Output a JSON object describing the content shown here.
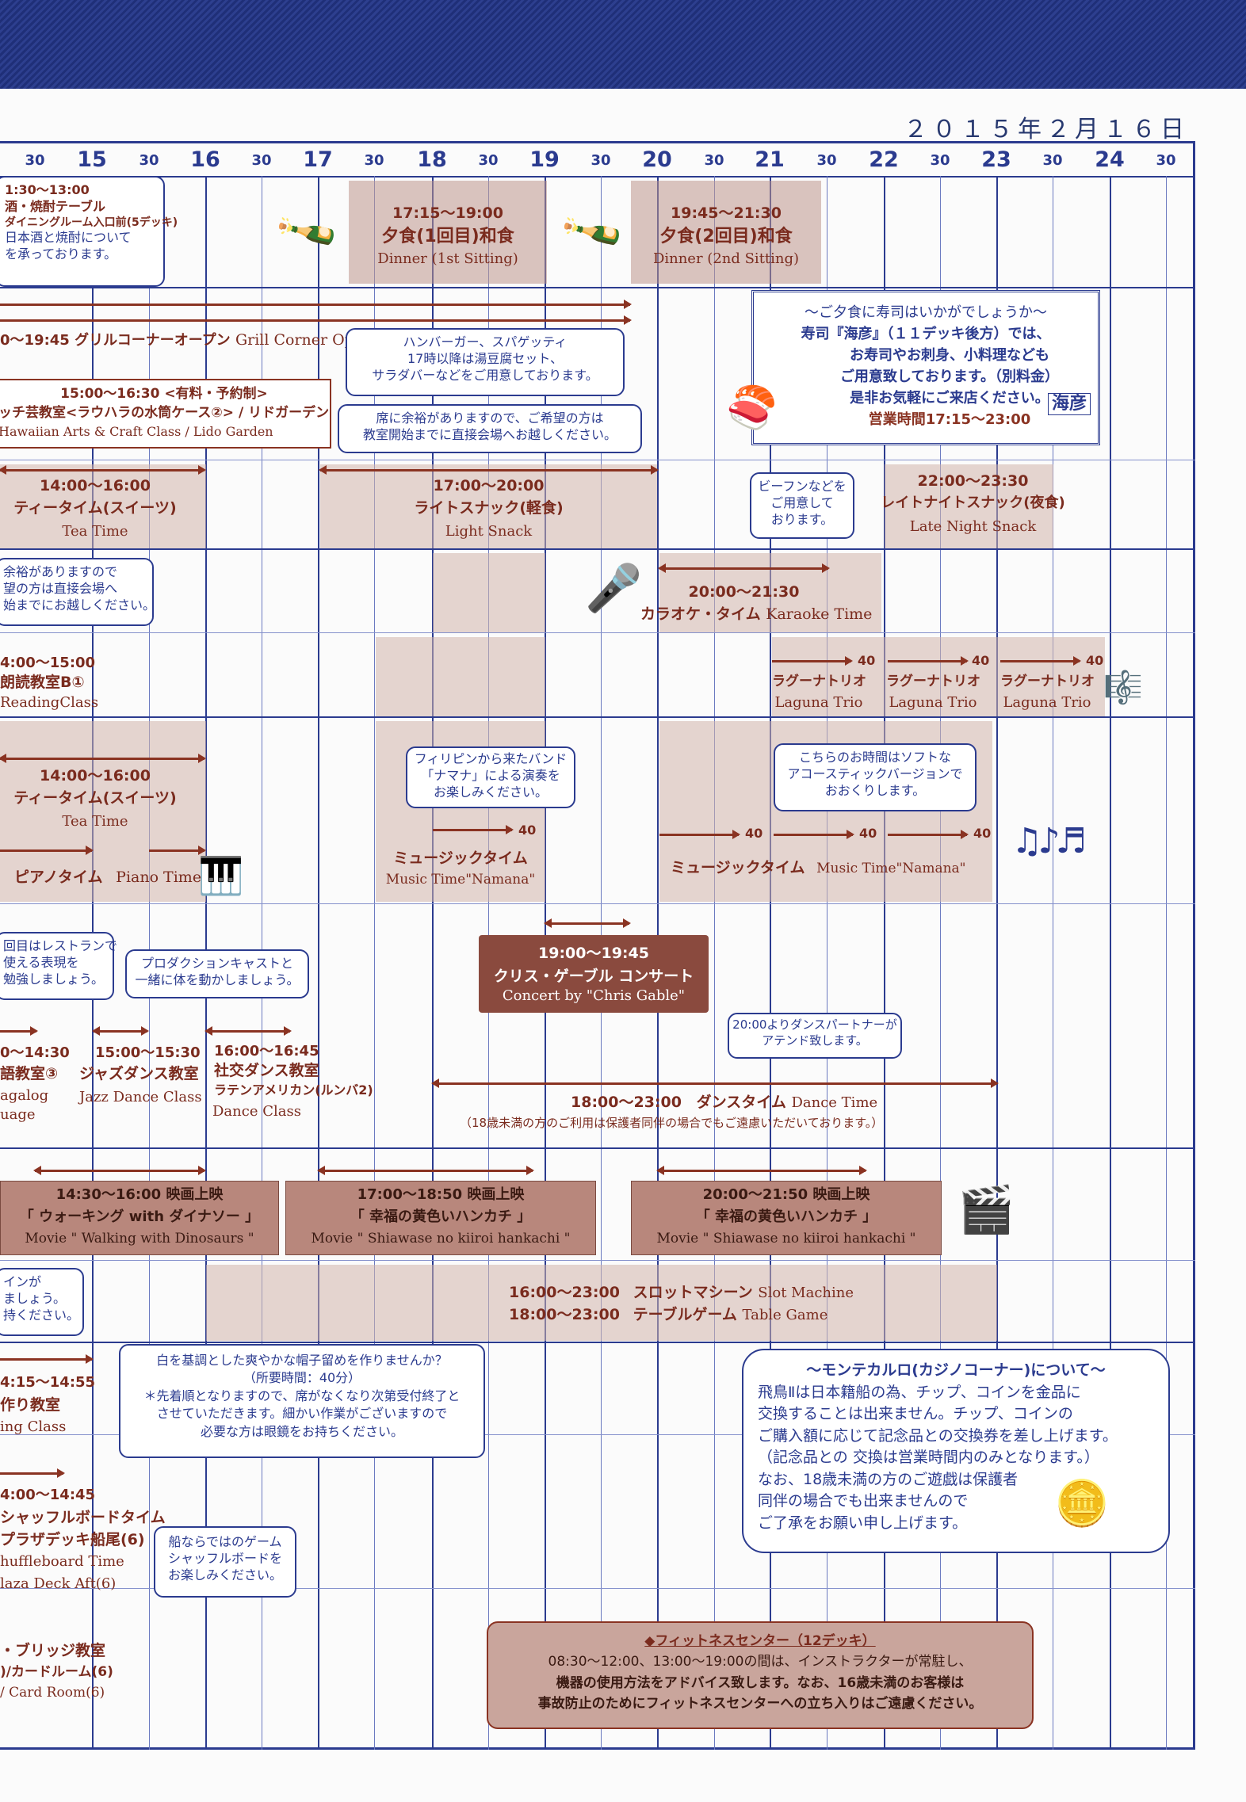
{
  "header": {
    "date": "２０１５年２月１６日"
  },
  "timeline": {
    "hour_ticks": [
      {
        "label": "30"
      },
      {
        "label": "15"
      },
      {
        "label": "30"
      },
      {
        "label": "16"
      },
      {
        "label": "30"
      },
      {
        "label": "17"
      },
      {
        "label": "30"
      },
      {
        "label": "18"
      },
      {
        "label": "30"
      },
      {
        "label": "19"
      },
      {
        "label": "30"
      },
      {
        "label": "20"
      },
      {
        "label": "30"
      },
      {
        "label": "21"
      },
      {
        "label": "30"
      },
      {
        "label": "22"
      },
      {
        "label": "30"
      },
      {
        "label": "23"
      },
      {
        "label": "30"
      },
      {
        "label": "24"
      },
      {
        "label": "30"
      }
    ]
  },
  "row1": {
    "sake_bubble": [
      "1:30〜13:00",
      "酒・焼酎テーブル",
      "ダイニングルーム入口前(5デッキ)",
      "日本酒と焼酎について",
      "を承っております。"
    ],
    "dinner1": {
      "time": "17:15〜19:00",
      "ja": "夕食(1回目)和食",
      "en": "Dinner (1st Sitting)"
    },
    "dinner2": {
      "time": "19:45〜21:30",
      "ja": "夕食(2回目)和食",
      "en": "Dinner (2nd Sitting)"
    }
  },
  "row2": {
    "grill": {
      "ja": "0〜19:45 グリルコーナーオープン",
      "en": "Grill Corner Open"
    },
    "grill_bubble": [
      "ハンバーガー、スパゲッティ",
      "17時以降は湯豆腐セット、",
      "サラダバーなどをご用意しております。"
    ],
    "craft_box": [
      "15:00〜16:30 <有料・予約制>",
      "ッチ芸教室<ラウハラの水筒ケース②> / リドガーデン",
      "Hawaiian Arts & Craft Class / Lido Garden"
    ],
    "craft_bubble": [
      "席に余裕がありますので、ご希望の方は",
      "教室開始までに直接会場へお越しください。"
    ],
    "sushi": [
      "〜ご夕食に寿司はいかがでしょうか〜",
      "寿司『海彦』（１１デッキ後方）では、",
      "お寿司やお刺身、小料理なども",
      "ご用意致しております。（別料金）",
      "是非お気軽にご来店ください。"
    ],
    "sushi_hours": "営業時間17:15〜23:00",
    "sushi_logo": "海彦"
  },
  "row3": {
    "tea1": {
      "time": "14:00〜16:00",
      "ja": "ティータイム(スイーツ)",
      "en": "Tea Time"
    },
    "snack": {
      "time": "17:00〜20:00",
      "ja": "ライトスナック(軽食)",
      "en": "Light Snack"
    },
    "bifun_bubble": [
      "ビーフンなどを",
      "ご用意して",
      "おります。"
    ],
    "latenight": {
      "time": "22:00〜23:30",
      "ja": "レイトナイトスナック(夜食)",
      "en": "Late Night Snack"
    }
  },
  "row4": {
    "seat_bubble": [
      "余裕がありますので",
      "望の方は直接会場へ",
      "始までにお越しください。"
    ],
    "karaoke": {
      "time": "20:00〜21:30",
      "ja": "カラオケ・タイム",
      "en": "Karaoke Time"
    }
  },
  "row5": {
    "reading": [
      "4:00〜15:00",
      "朗読教室B①",
      "ReadingClass"
    ],
    "laguna": [
      {
        "ja": "ラグーナトリオ",
        "en": "Laguna Trio",
        "min": "40"
      },
      {
        "ja": "ラグーナトリオ",
        "en": "Laguna Trio",
        "min": "40"
      },
      {
        "ja": "ラグーナトリオ",
        "en": "Laguna Trio",
        "min": "40"
      }
    ]
  },
  "row6": {
    "tea2": {
      "time": "14:00〜16:00",
      "ja": "ティータイム(スイーツ)",
      "en": "Tea Time"
    },
    "piano": {
      "ja": "ピアノタイム",
      "en": "Piano Time"
    },
    "namana_bubble": [
      "フィリピンから来たバンド",
      "「ナマナ」による演奏を",
      "お楽しみください。"
    ],
    "music1": {
      "ja": "ミュージックタイム",
      "en": "Music Time\"Namana\"",
      "min": "40"
    },
    "acoustic_bubble": [
      "こちらのお時間はソフトな",
      "アコースティックバージョンで",
      "おおくりします。"
    ],
    "music2": {
      "ja": "ミュージックタイム",
      "en": "Music Time\"Namana\"",
      "min": [
        "40",
        "40",
        "40"
      ]
    }
  },
  "row7": {
    "restaurant_bubble": [
      "回目はレストランで",
      "使える表現を",
      "勉強しましょう。"
    ],
    "production_bubble": [
      "プロダクションキャストと",
      "一緒に体を動かしましょう。"
    ],
    "concert": {
      "time": "19:00〜19:45",
      "ja": "クリス・ゲーブル コンサート",
      "en": "Concert by \"Chris Gable\""
    },
    "partner_bubble": [
      "20:00よりダンスパートナーが",
      "アテンド致します。"
    ],
    "lang": [
      "0〜14:30",
      "語教室③",
      "agalog",
      "uage"
    ],
    "jazz": [
      "15:00〜15:30",
      "ジャズダンス教室",
      "Jazz Dance Class"
    ],
    "social": [
      "16:00〜16:45",
      "社交ダンス教室",
      "ラテンアメリカン(ルンバ2)",
      "Dance Class"
    ],
    "dance": {
      "time": "18:00〜23:00",
      "ja": "ダンスタイム",
      "en": "Dance Time",
      "note": "（18歳未満の方のご利用は保護者同伴の場合でもご遠慮いただいております。）"
    }
  },
  "row8": {
    "movie1": {
      "time": "14:30〜16:00 映画上映",
      "ja": "「 ウォーキング with ダイナソー 」",
      "en": "Movie \" Walking with Dinosaurs \""
    },
    "movie2": {
      "time": "17:00〜18:50 映画上映",
      "ja": "「 幸福の黄色いハンカチ 」",
      "en": "Movie \" Shiawase no kiiroi hankachi \""
    },
    "movie3": {
      "time": "20:00〜21:50 映画上映",
      "ja": "「 幸福の黄色いハンカチ 」",
      "en": "Movie \" Shiawase no kiiroi hankachi \""
    }
  },
  "row9": {
    "coin_bubble": [
      "インが",
      "ましょう。",
      "持ください。"
    ],
    "slot": {
      "time": "16:00〜23:00",
      "ja": "スロットマシーン",
      "en": "Slot Machine"
    },
    "table": {
      "time": "18:00〜23:00",
      "ja": "テーブルゲーム",
      "en": "Table Game"
    }
  },
  "row10": {
    "hat_bubble": [
      "白を基調とした爽やかな帽子留めを作りませんか？",
      "（所要時間：40分）",
      "＊先着順となりますので、席がなくなり次第受付終了と",
      "させていただきます。細かい作業がございますので",
      "必要な方は眼鏡をお持ちください。"
    ],
    "hat_class": [
      "4:15〜14:55",
      "作り教室",
      "ing Class"
    ],
    "casino": [
      "〜モンテカルロ(カジノコーナー)について〜",
      "飛鳥Ⅱは日本籍船の為、チップ、コインを金品に",
      "交換することは出来ません。チップ、コインの",
      "ご購入額に応じて記念品との交換券を差し上げます。",
      "（記念品との 交換は営業時間内のみとなります。）",
      "なお、18歳未満の方のご遊戯は保護者",
      "同伴の場合でも出来ませんので",
      "ご了承をお願い申し上げます。"
    ]
  },
  "row11": {
    "shuffle": [
      "4:00〜14:45",
      "シャッフルボードタイム",
      "プラザデッキ船尾(6)",
      "huffleboard Time",
      "laza Deck Aft(6)"
    ],
    "shuffle_bubble": [
      "船ならではのゲーム",
      "シャッフルボードを",
      "お楽しみください。"
    ]
  },
  "row12": {
    "bridge": [
      "・ブリッジ教室",
      ")/カードルーム(6)",
      "/ Card Room(6)"
    ],
    "fitness": [
      "◆フィットネスセンター（12デッキ）",
      "08:30〜12:00、13:00〜19:00の間は、インストラクターが常駐し、",
      "機器の使用方法をアドバイス致します。なお、16歳未満のお客様は",
      "事故防止のためにフィットネスセンターへの立ち入りはご遠慮ください。"
    ]
  }
}
